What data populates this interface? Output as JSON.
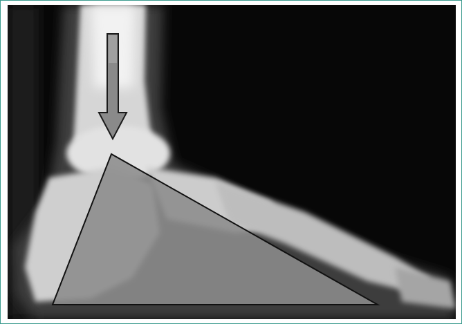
{
  "figure": {
    "kind": "lateral foot radiograph",
    "overlays": [
      "down-arrow",
      "arch-triangle"
    ]
  },
  "colors": {
    "frame_border": "#3a9a8e",
    "background": "#060606",
    "bone": "#e8e8e8",
    "overlay_fill": "#8c8c8c",
    "overlay_stroke": "#111111"
  }
}
